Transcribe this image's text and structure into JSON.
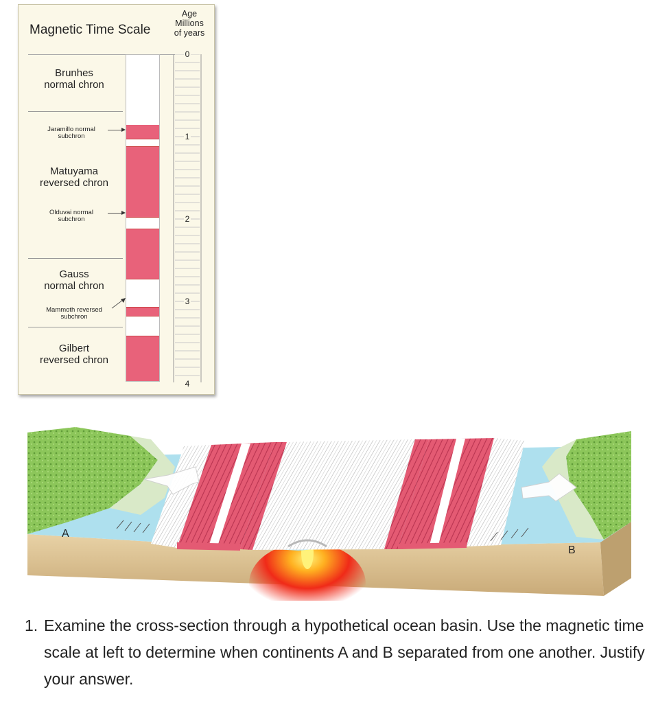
{
  "scale": {
    "title": "Magnetic Time Scale",
    "age_header": [
      "Age",
      "Millions",
      "of years"
    ],
    "ticks": [
      "0",
      "1",
      "2",
      "3",
      "4"
    ],
    "chrons": [
      {
        "lines": [
          "Brunhes",
          "normal chron"
        ]
      },
      {
        "lines": [
          "Jaramillo normal",
          "subchron"
        ]
      },
      {
        "lines": [
          "Matuyama",
          "reversed chron"
        ]
      },
      {
        "lines": [
          "Olduvai normal",
          "subchron"
        ]
      },
      {
        "lines": [
          "Gauss",
          "normal chron"
        ]
      },
      {
        "lines": [
          "Mammoth reversed",
          "subchron"
        ]
      },
      {
        "lines": [
          "Gilbert",
          "reversed chron"
        ]
      }
    ],
    "polarity_intervals_ma": [
      {
        "start": 0.0,
        "end": 0.73,
        "polarity": "normal"
      },
      {
        "start": 0.73,
        "end": 0.9,
        "polarity": "reversed"
      },
      {
        "start": 0.9,
        "end": 1.0,
        "polarity": "normal"
      },
      {
        "start": 1.0,
        "end": 1.85,
        "polarity": "reversed"
      },
      {
        "start": 1.85,
        "end": 2.0,
        "polarity": "normal"
      },
      {
        "start": 2.0,
        "end": 2.6,
        "polarity": "reversed"
      },
      {
        "start": 2.6,
        "end": 2.95,
        "polarity": "normal"
      },
      {
        "start": 2.95,
        "end": 3.05,
        "polarity": "reversed"
      },
      {
        "start": 3.05,
        "end": 3.3,
        "polarity": "normal"
      },
      {
        "start": 3.3,
        "end": 4.0,
        "polarity": "reversed"
      }
    ],
    "colors": {
      "reversed": "#e8627a",
      "normal": "#ffffff"
    }
  },
  "cross_section": {
    "label_a": "A",
    "label_b": "B"
  },
  "question": {
    "number": "1.",
    "text": "Examine the cross-section through a hypothetical ocean basin. Use the magnetic time scale at left to determine when continents A and B separated from one another. Justify your answer."
  }
}
